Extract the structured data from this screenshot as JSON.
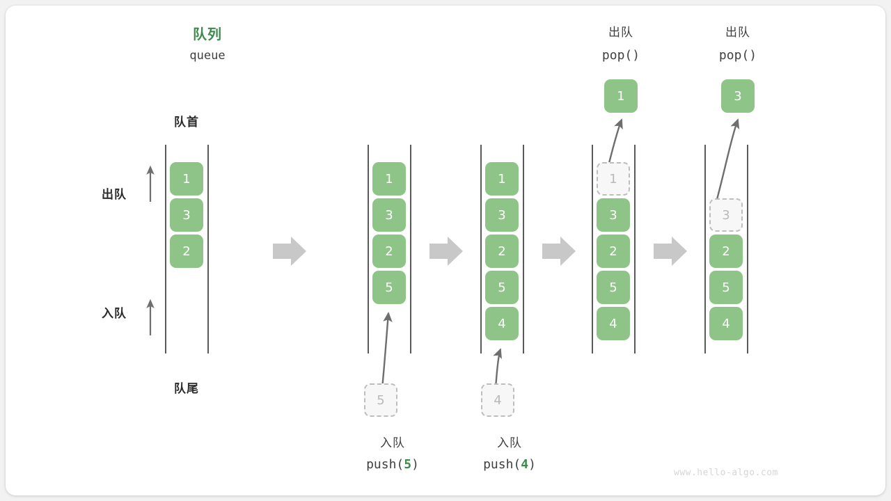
{
  "figure": {
    "title_cn": "队列",
    "title_en": "queue",
    "watermark": "www.hello-algo.com",
    "colors": {
      "element_fill": "#8ec487",
      "element_text": "#ffffff",
      "ghost_fill": "#f7f7f7",
      "ghost_border": "#bdbdbd",
      "accent_green": "#3e8a4e",
      "rail": "#5a5a5a",
      "step_arrow": "#c8c8c8",
      "motion_arrow": "#6e6e6e",
      "canvas": "#ffffff"
    }
  },
  "legend": {
    "head_label": "队首",
    "tail_label": "队尾",
    "dequeue_label": "出队",
    "enqueue_label": "入队"
  },
  "steps": [
    {
      "id": "initial",
      "caption_cn": "",
      "caption_code": "",
      "slots": [
        {
          "value": "1",
          "state": "filled"
        },
        {
          "value": "3",
          "state": "filled"
        },
        {
          "value": "2",
          "state": "filled"
        }
      ],
      "incoming": null,
      "outgoing": null
    },
    {
      "id": "push-5",
      "caption_cn": "入队",
      "caption_code": "push(5)",
      "caption_code_prefix": "push(",
      "caption_code_value": "5",
      "caption_code_suffix": ")",
      "slots": [
        {
          "value": "1",
          "state": "filled"
        },
        {
          "value": "3",
          "state": "filled"
        },
        {
          "value": "2",
          "state": "filled"
        },
        {
          "value": "5",
          "state": "filled"
        }
      ],
      "incoming": {
        "value": "5",
        "state": "ghost"
      },
      "outgoing": null
    },
    {
      "id": "push-4",
      "caption_cn": "入队",
      "caption_code": "push(4)",
      "caption_code_prefix": "push(",
      "caption_code_value": "4",
      "caption_code_suffix": ")",
      "slots": [
        {
          "value": "1",
          "state": "filled"
        },
        {
          "value": "3",
          "state": "filled"
        },
        {
          "value": "2",
          "state": "filled"
        },
        {
          "value": "5",
          "state": "filled"
        },
        {
          "value": "4",
          "state": "filled"
        }
      ],
      "incoming": {
        "value": "4",
        "state": "ghost"
      },
      "outgoing": null
    },
    {
      "id": "pop-1",
      "caption_cn": "出队",
      "caption_code": "pop()",
      "slots": [
        {
          "value": "1",
          "state": "ghost"
        },
        {
          "value": "3",
          "state": "filled"
        },
        {
          "value": "2",
          "state": "filled"
        },
        {
          "value": "5",
          "state": "filled"
        },
        {
          "value": "4",
          "state": "filled"
        }
      ],
      "incoming": null,
      "outgoing": {
        "value": "1",
        "state": "filled"
      }
    },
    {
      "id": "pop-3",
      "caption_cn": "出队",
      "caption_code": "pop()",
      "slots": [
        {
          "value": "",
          "state": "empty"
        },
        {
          "value": "3",
          "state": "ghost"
        },
        {
          "value": "2",
          "state": "filled"
        },
        {
          "value": "5",
          "state": "filled"
        },
        {
          "value": "4",
          "state": "filled"
        }
      ],
      "incoming": null,
      "outgoing": {
        "value": "3",
        "state": "filled"
      }
    }
  ]
}
